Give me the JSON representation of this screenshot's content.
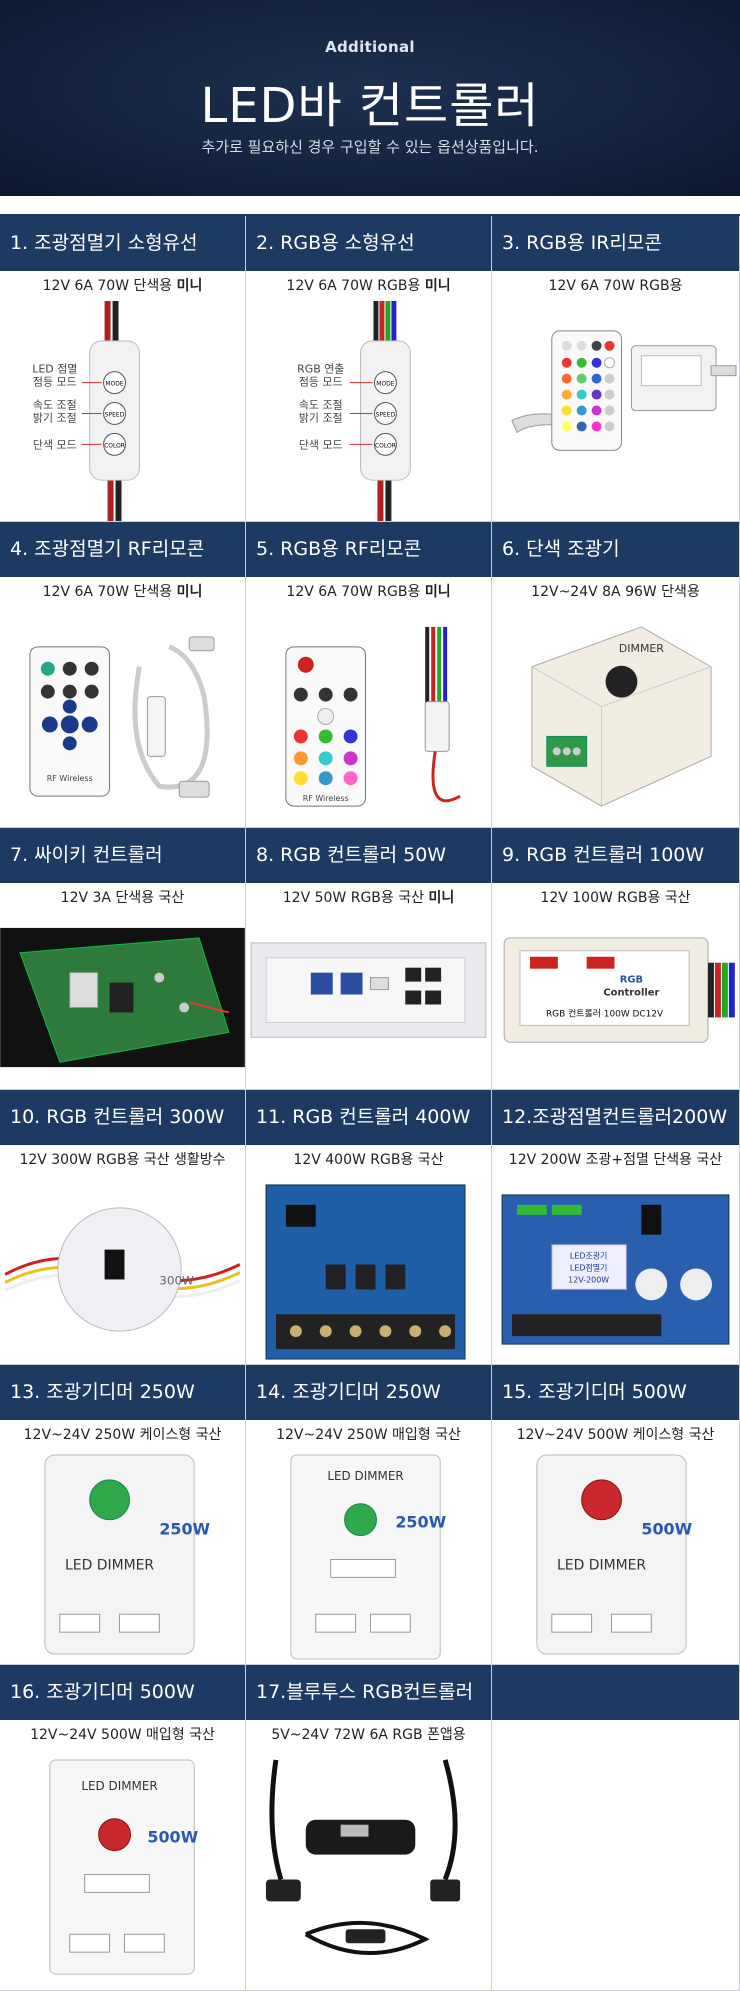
{
  "banner": {
    "small_title": "Additional",
    "title": "LED바 컨트롤러",
    "description": "추가로 필요하신 경우 구입할 수 있는 옵션상품입니다."
  },
  "items": [
    {
      "title": "1. 조광점멸기 소형유선",
      "spec": "12V 6A 70W 단색용",
      "spec_bold": "미니",
      "labels": [
        "LED 점멸",
        "점등 모드",
        "속도 조절",
        "밝기 조절",
        "단색 모드"
      ],
      "buttons": [
        "MODE",
        "SPEED",
        "COLOR"
      ]
    },
    {
      "title": "2. RGB용 소형유선",
      "spec": "12V 6A 70W RGB용",
      "spec_bold": "미니",
      "labels": [
        "RGB 연출",
        "점등 모드",
        "속도 조절",
        "밝기 조절",
        "단색 모드"
      ],
      "buttons": [
        "MODE",
        "SPEED",
        "COLOR"
      ]
    },
    {
      "title": "3. RGB용 IR리모콘",
      "spec": "12V 6A 70W RGB용",
      "spec_bold": ""
    },
    {
      "title": "4. 조광점멸기 RF리모콘",
      "spec": "12V 6A 70W 단색용",
      "spec_bold": "미니",
      "remote_label": "RF Wireless"
    },
    {
      "title": "5. RGB용 RF리모콘",
      "spec": "12V 6A 70W RGB용",
      "spec_bold": "미니",
      "remote_label": "RF Wireless"
    },
    {
      "title": "6. 단색 조광기",
      "spec": "12V~24V 8A 96W 단색용",
      "spec_bold": "",
      "device_label": "DIMMER"
    },
    {
      "title": "7. 싸이키 컨트롤러",
      "spec": "12V 3A 단색용 국산",
      "spec_bold": ""
    },
    {
      "title": "8. RGB 컨트롤러 50W",
      "spec": "12V 50W RGB용 국산",
      "spec_bold": "미니"
    },
    {
      "title": "9. RGB 컨트롤러 100W",
      "spec": "12V 100W RGB용 국산",
      "spec_bold": "",
      "device_label": "RGB",
      "device_label2": "Controller",
      "device_caption": "RGB 컨트롤러 100W DC12V"
    },
    {
      "title": "10. RGB 컨트롤러 300W",
      "spec": "12V 300W RGB용 국산 생활방수",
      "spec_bold": "",
      "device_label": "300W"
    },
    {
      "title": "11. RGB 컨트롤러 400W",
      "spec": "12V 400W RGB용 국산",
      "spec_bold": ""
    },
    {
      "title": "12.조광점멸컨트롤러200W",
      "spec": "12V 200W 조광+점멸 단색용 국산",
      "spec_bold": "",
      "device_label": "LED조광기",
      "device_label2": "LED점멸기",
      "device_label3": "12V-200W"
    },
    {
      "title": "13. 조광기디머 250W",
      "spec": "12V~24V 250W 케이스형 국산",
      "spec_bold": "",
      "watt": "250W",
      "brand": "LED DIMMER"
    },
    {
      "title": "14. 조광기디머 250W",
      "spec": "12V~24V 250W 매입형 국산",
      "spec_bold": "",
      "watt": "250W",
      "brand": "LED DIMMER"
    },
    {
      "title": "15. 조광기디머 500W",
      "spec": "12V~24V 500W 케이스형 국산",
      "spec_bold": "",
      "watt": "500W",
      "brand": "LED DIMMER"
    },
    {
      "title": "16. 조광기디머 500W",
      "spec": "12V~24V 500W 매입형 국산",
      "spec_bold": "",
      "watt": "500W",
      "brand": "LED DIMMER"
    },
    {
      "title": "17.블루투스 RGB컨트롤러",
      "spec": "5V~24V 72W 6A RGB 폰앱용",
      "spec_bold": ""
    }
  ],
  "colors": {
    "banner_bg": "#142440",
    "header_bg": "#1d3b62",
    "watt_blue": "#2a58b0",
    "green_knob": "#2fa84a",
    "red_knob": "#c8282c"
  }
}
